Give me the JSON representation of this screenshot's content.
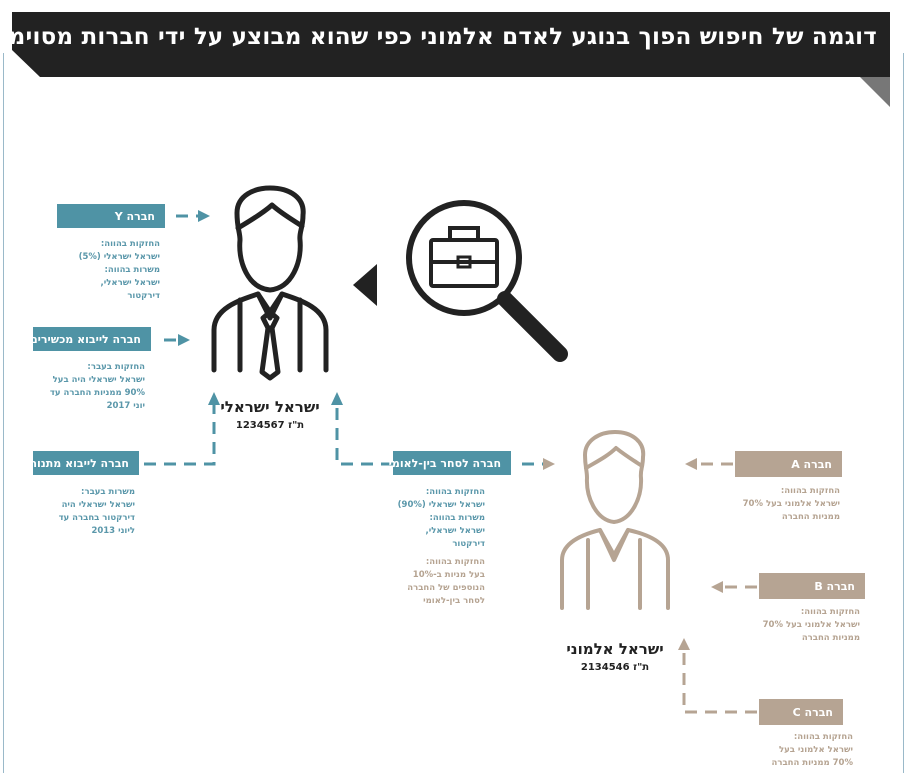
{
  "title": "דוגמה של חיפוש הפוך בנוגע לאדם אלמוני כפי שהוא מבוצע על ידי חברות מסוימות",
  "colors": {
    "teal": "#4f93a5",
    "tan": "#b6a493",
    "dark": "#222222"
  },
  "person_main": {
    "name": "ישראל ישראלי",
    "id": "ת\"ז 1234567"
  },
  "person_other": {
    "name": "ישראל אלמוני",
    "id": "ת\"ז 2134546"
  },
  "companies": {
    "y": {
      "label": "חברה Y",
      "notes": [
        "החזקות בהווה:",
        "ישראל ישראלי (5%)",
        "משרות בהווה:",
        "ישראל ישראלי,",
        "דירקטור"
      ]
    },
    "import_tech": {
      "label": "חברה לייבוא מכשירים",
      "notes": [
        "החזקות בעבר:",
        "ישראל ישראלי היה בעל",
        "90% ממניות החברה עד",
        "יוני 2017"
      ]
    },
    "import_gifts": {
      "label": "חברה לייבוא מתנות",
      "notes": [
        "משרות בעבר:",
        "ישראל ישראלי היה",
        "דירקטור בחברה עד",
        "ליוני 2013"
      ]
    },
    "intl_trade": {
      "label": "חברה לסחר בין-לאומי",
      "notes": [
        "החזקות בהווה:",
        "ישראל ישראלי (90%)",
        "משרות בהווה:",
        "ישראל ישראלי,",
        "דירקטור"
      ],
      "notes2": [
        "החזקות בהווה:",
        "בעל מניות ב-10%",
        "הנוספים של החברה",
        "לסחר בין-לאומי"
      ]
    },
    "a": {
      "label": "חברה A",
      "notes": [
        "החזקות בהווה:",
        "ישראל אלמוני בעל 70%",
        "ממניות החברה"
      ]
    },
    "b": {
      "label": "חברה B",
      "notes": [
        "החזקות בהווה:",
        "ישראל אלמוני בעל 70%",
        "ממניות החברה"
      ]
    },
    "c": {
      "label": "חברה C",
      "notes": [
        "החזקות בהווה:",
        "ישראל אלמוני בעל",
        "70% ממניות החברה"
      ]
    }
  },
  "icons": [
    "person-main-icon",
    "person-other-icon",
    "magnifier-briefcase-icon",
    "pointer-triangle-icon"
  ]
}
